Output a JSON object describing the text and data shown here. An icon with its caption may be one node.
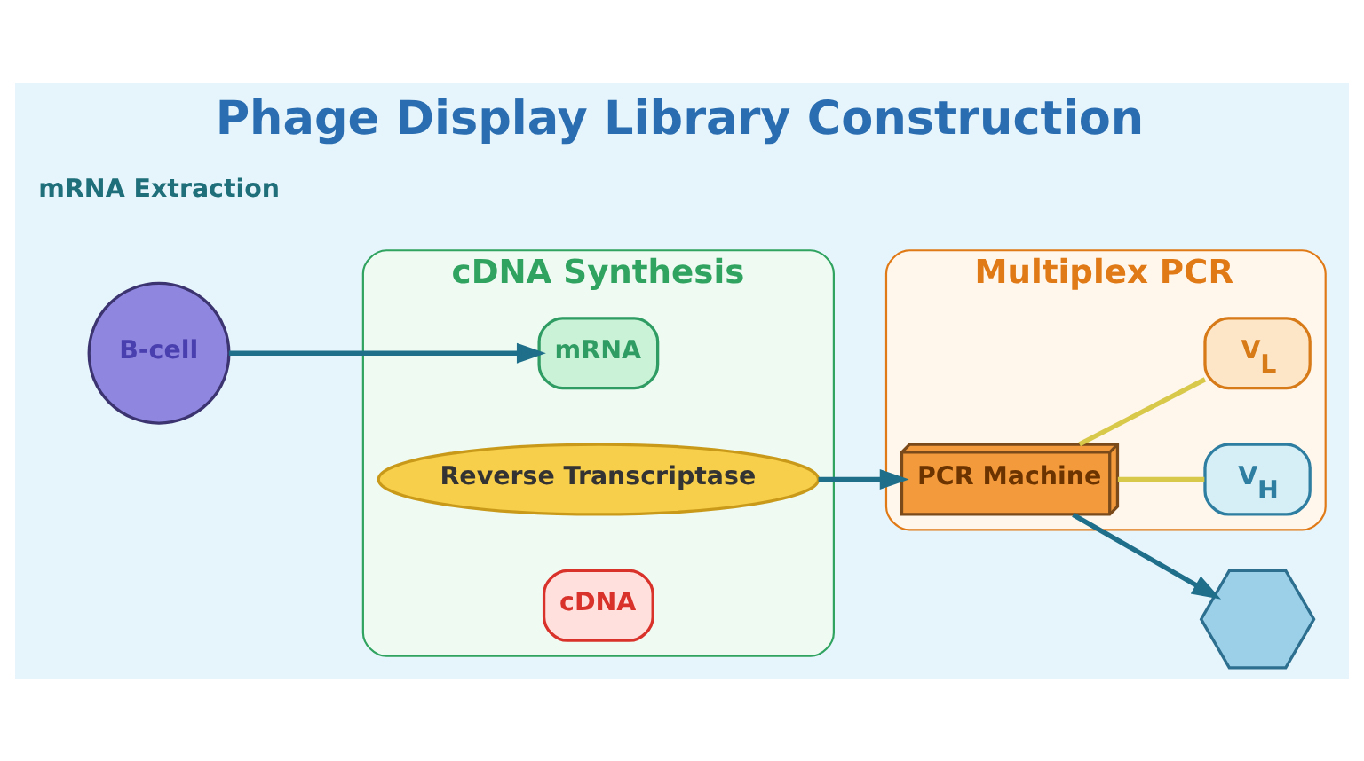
{
  "diagram": {
    "title": "Phage Display Library Construction",
    "nodes": [
      {
        "text": [
          "B-cell"
        ]
      },
      {
        "text": [
          "cDNA Synthesis"
        ]
      },
      {
        "text": [
          "mRNA"
        ],
        "in": 1
      },
      {
        "text": [
          "Reverse Transcriptase"
        ],
        "in": 1
      },
      {
        "text": [
          "cDNA"
        ],
        "in": 1
      },
      {
        "text": [
          "Multiplex PCR"
        ]
      },
      {
        "text": [
          "PCR Machine"
        ],
        "in": 5
      },
      {
        "text": [
          "V$_{H}$"
        ],
        "in": 5
      },
      {
        "text": [
          "V$_{L}$"
        ],
        "in": 5
      },
      {
        "text": [],
        "shape": "hexagon"
      }
    ],
    "edges": [
      {
        "from": 0,
        "to": 2,
        "arrow": "to"
      },
      {
        "from": 3,
        "to": 6,
        "arrow": "to"
      },
      {
        "from": 6,
        "to": 7,
        "arrow": "none",
        "color": "#d8c94a"
      },
      {
        "from": 6,
        "to": 8,
        "arrow": "none",
        "color": "#d8c94a"
      },
      {
        "from": 6,
        "to": 9,
        "arrow": "to"
      }
    ],
    "labels": [
      "mRNA Extraction"
    ]
  }
}
